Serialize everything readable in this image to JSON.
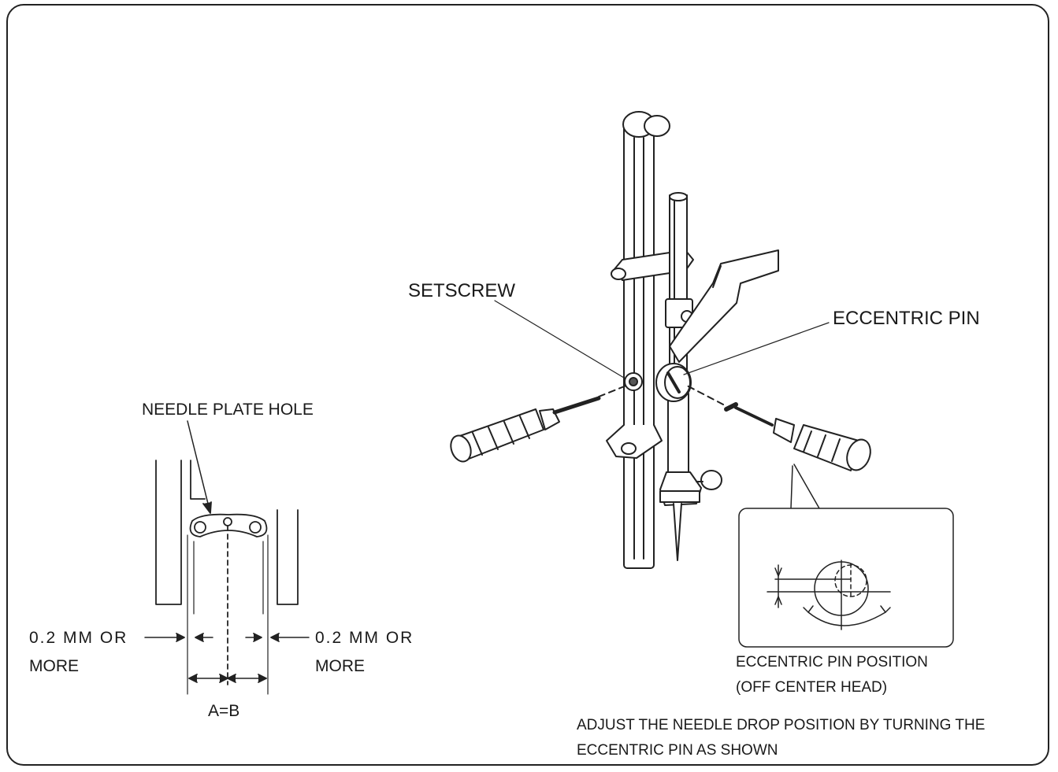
{
  "labels": {
    "setscrew": "SETSCREW",
    "eccentric_pin": "ECCENTRIC PIN",
    "needle_plate_hole": "NEEDLE PLATE HOLE",
    "left_clearance_line1": "0.2 MM OR",
    "left_clearance_line2": "MORE",
    "right_clearance_line1": "0.2 MM OR",
    "right_clearance_line2": "MORE",
    "a_equals_b": "A=B",
    "pin_position_line1": "ECCENTRIC PIN POSITION",
    "pin_position_line2": "(OFF CENTER HEAD)",
    "instruction_line1": "ADJUST THE NEEDLE DROP POSITION BY TURNING THE",
    "instruction_line2": "ECCENTRIC PIN AS SHOWN"
  }
}
